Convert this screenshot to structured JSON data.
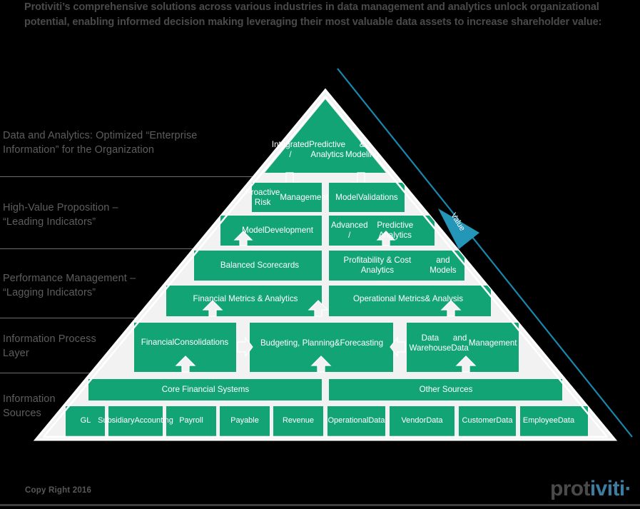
{
  "header": {
    "line1": "Protiviti’s comprehensive solutions across various industries in data management and analytics unlock organizational",
    "line2": "potential, enabling informed decision making leveraging their most valuable data assets to increase shareholder value:"
  },
  "bands": [
    {
      "id": "data-and-analytics",
      "line1": "Data and Analytics: Optimized “Enterprise",
      "line2": "Information” for the Organization"
    },
    {
      "id": "high-value-proposition",
      "line1": "High-Value Proposition –",
      "line2": "“Leading Indicators”"
    },
    {
      "id": "performance-management",
      "line1": "Performance Management –",
      "line2": "“Lagging Indicators”"
    },
    {
      "id": "information-process-layer",
      "line1": "Information Process",
      "line2": "Layer"
    },
    {
      "id": "information-sources",
      "line1": "Information",
      "line2": "Sources"
    }
  ],
  "pyramid": {
    "apex": {
      "label": "Integrated /\nPredictive Analytics\n& Modeling"
    },
    "rows": [
      {
        "id": "row-proactive",
        "blocks": [
          {
            "id": "proactive-risk-management",
            "label": "Proactive Risk\nManagement"
          },
          {
            "id": "model-validations",
            "label": "Model\nValidations"
          }
        ]
      },
      {
        "id": "row-model-dev",
        "blocks": [
          {
            "id": "model-development",
            "label": "Model\nDevelopment"
          },
          {
            "id": "advanced-predictive-analytics",
            "label": "Advanced /\nPredictive Analytics"
          }
        ]
      },
      {
        "id": "row-scorecards",
        "blocks": [
          {
            "id": "balanced-scorecards",
            "label": "Balanced Scorecards"
          },
          {
            "id": "profitability-cost-analytics",
            "label": "Profitability & Cost Analytics\nand Models"
          }
        ]
      },
      {
        "id": "row-metrics",
        "blocks": [
          {
            "id": "financial-metrics-analytics",
            "label": "Financial Metrics & Analytics"
          },
          {
            "id": "operational-metrics-analysis",
            "label": "Operational Metrics\n& Analysis"
          }
        ]
      },
      {
        "id": "row-process",
        "blocks": [
          {
            "id": "financial-consolidations",
            "label": "Financial\nConsolidations"
          },
          {
            "id": "budgeting-planning-forecasting",
            "label": "Budgeting, Planning\n&\nForecasting"
          },
          {
            "id": "data-warehouse-management",
            "label": "Data Warehouse\nand Data\nManagement"
          }
        ]
      },
      {
        "id": "row-sources-group",
        "blocks": [
          {
            "id": "core-financial-systems",
            "label": "Core Financial Systems"
          },
          {
            "id": "other-sources",
            "label": "Other Sources"
          }
        ]
      },
      {
        "id": "row-sources",
        "blocks": [
          {
            "id": "gl",
            "label": "GL"
          },
          {
            "id": "subsidiary-accounting",
            "label": "Subsidiary\nAccounting"
          },
          {
            "id": "payroll",
            "label": "Payroll"
          },
          {
            "id": "payable",
            "label": "Payable"
          },
          {
            "id": "revenue",
            "label": "Revenue"
          },
          {
            "id": "operational-data",
            "label": "Operational\nData"
          },
          {
            "id": "vendor-data",
            "label": "Vendor\nData"
          },
          {
            "id": "customer-data",
            "label": "Customer\nData"
          },
          {
            "id": "employee-data",
            "label": "Employee\nData"
          }
        ]
      }
    ]
  },
  "annotation": {
    "value_label": "Value"
  },
  "footer": {
    "copyright": "Copy Right 2016",
    "logo_part_a": "prot",
    "logo_part_b": "iviti",
    "logo_dot": "·"
  },
  "colors": {
    "background": "#000000",
    "green": "#13a476",
    "green_dark": "#0f9a6e",
    "white": "#ffffff",
    "accent_blue": "#1a87ad",
    "label_gray": "#5e5e5e",
    "logo_blue": "#3d7da0"
  }
}
